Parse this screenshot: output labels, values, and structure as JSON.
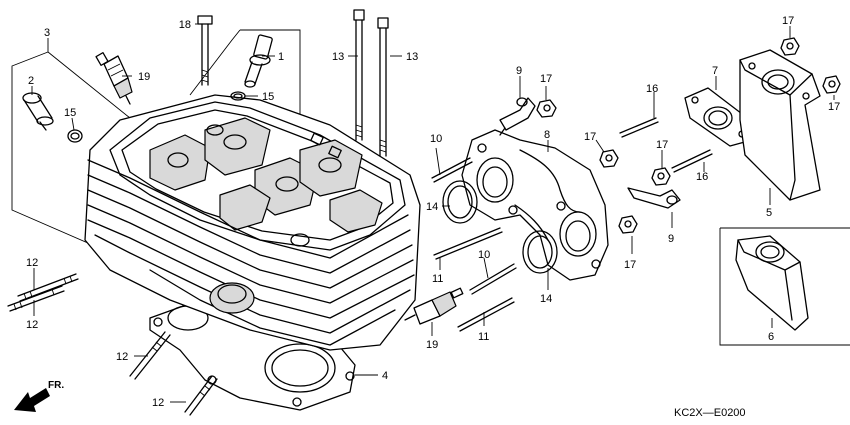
{
  "diagram_code": "KC2X—E0200",
  "direction_label": "FR.",
  "callouts": {
    "p1": "1",
    "p2": "2",
    "p3": "3",
    "p4": "4",
    "p5": "5",
    "p6": "6",
    "p7": "7",
    "p8": "8",
    "p9a": "9",
    "p9b": "9",
    "p10a": "10",
    "p10b": "10",
    "p11a": "11",
    "p11b": "11",
    "p12a": "12",
    "p12b": "12",
    "p12c": "12",
    "p12d": "12",
    "p13a": "13",
    "p13b": "13",
    "p14a": "14",
    "p14b": "14",
    "p15a": "15",
    "p15b": "15",
    "p16a": "16",
    "p16b": "16",
    "p17a": "17",
    "p17b": "17",
    "p17c": "17",
    "p17d": "17",
    "p17e": "17",
    "p17f": "17",
    "p18": "18",
    "p19a": "19",
    "p19b": "19"
  }
}
